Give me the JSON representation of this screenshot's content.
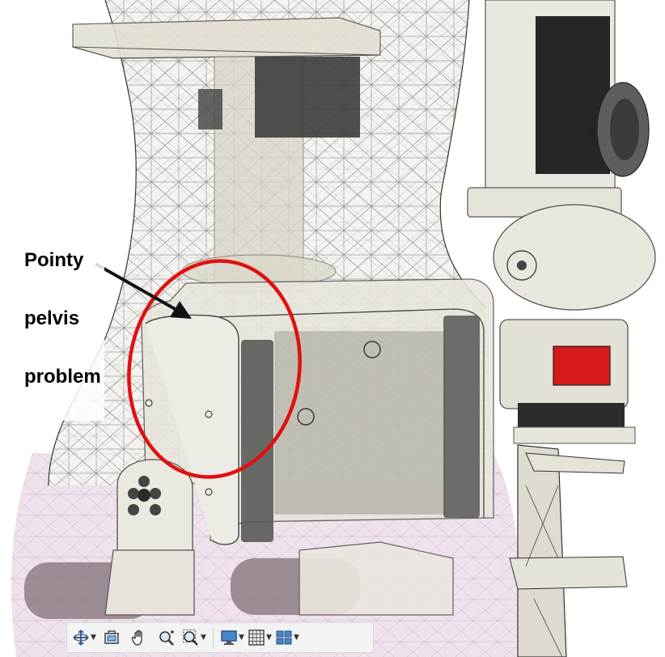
{
  "annotation": {
    "lines": [
      "Pointy",
      "pelvis",
      "problem"
    ],
    "circle_color": "#e01010",
    "arrow_color": "#111111"
  },
  "scene": {
    "background": "#ffffff",
    "mesh_color": "#4a4a4a",
    "part_color": "#e9e6dd",
    "servo_color": "#2b2b2b",
    "accent_red": "#d51b1b",
    "skin_tint": "#e9d6e4"
  },
  "toolbar": {
    "buttons": [
      {
        "name": "orbit-button",
        "icon": "orbit-icon",
        "has_menu": true
      },
      {
        "name": "look-at-button",
        "icon": "look-at-icon",
        "has_menu": false
      },
      {
        "name": "pan-button",
        "icon": "hand-icon",
        "has_menu": false
      },
      {
        "name": "zoom-button",
        "icon": "zoom-plus-icon",
        "has_menu": false
      },
      {
        "name": "zoom-window-button",
        "icon": "zoom-window-icon",
        "has_menu": true
      },
      {
        "name": "display-settings-button",
        "icon": "monitor-icon",
        "has_menu": true
      },
      {
        "name": "grid-snap-button",
        "icon": "grid-icon",
        "has_menu": true
      },
      {
        "name": "viewports-button",
        "icon": "viewports-icon",
        "has_menu": true
      }
    ]
  }
}
